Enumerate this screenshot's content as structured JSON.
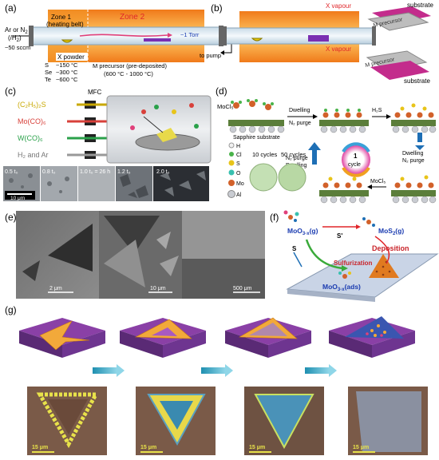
{
  "panels": {
    "a": "(a)",
    "b": "(b)",
    "c": "(c)",
    "d": "(d)",
    "e": "(e)",
    "f": "(f)",
    "g": "(g)"
  },
  "a": {
    "gas_line1": "Ar or N",
    "gas_sub1": "2",
    "gas_line2": "(/H",
    "gas_sub2": "2",
    "gas_line2_end": ")",
    "flow": "~50 sccm",
    "zone1_l1": "Zone 1",
    "zone1_l2": "(heating belt)",
    "zone2": "Zone 2",
    "pressure": "~1 Torr",
    "pump": "to pump",
    "powder": "X powder",
    "temps": [
      {
        "el": "S",
        "t": "~150 °C"
      },
      {
        "el": "Se",
        "t": "~300 °C"
      },
      {
        "el": "Te",
        "t": "~600 °C"
      }
    ],
    "precursor_l1": "M precursor (pre-deposited)",
    "precursor_l2": "(600 °C - 1000 °C)"
  },
  "b": {
    "x_vapour_1": "X vapour",
    "substrate_1": "substrate",
    "m_precursor_1": "M precursor",
    "x_vapour_2": "X vapour",
    "m_precursor_2": "M precursor",
    "substrate_2": "substrate"
  },
  "c": {
    "mfc": "MFC",
    "gases": [
      {
        "label": "(C₂H₅)₂S",
        "color": "#c9a800"
      },
      {
        "label": "Mo(CO)₆",
        "color": "#d8403a"
      },
      {
        "label": "W(CO)₆",
        "color": "#2aa14a"
      },
      {
        "label": "H₂ and Ar",
        "color": "#777777"
      }
    ],
    "images": [
      "0.5 t₀",
      "0.8 t₀",
      "1.0 t₀ = 26 h",
      "1.2 t₀",
      "2.0 t₀"
    ],
    "scale": "10 μm"
  },
  "d": {
    "mocl5_top": "MoCl₅",
    "dwelling": "Dwelling",
    "n2_purge": "N₂ purge",
    "sapphire": "Sapphire substrate",
    "h2s": "H₂S",
    "cycle_num": "1",
    "cycle": "cycle",
    "dwelling_r": "Dwelling",
    "n2_purge_r": "N₂ purge",
    "n2_purge_l": "N₂ purge",
    "dwelling_l": "Dwelling",
    "mocl5_bot": "MoCl₅",
    "legend": [
      {
        "label": "H",
        "color": "#f2f2f2"
      },
      {
        "label": "Cl",
        "color": "#49b34a"
      },
      {
        "label": "S",
        "color": "#e8c419"
      },
      {
        "label": "O",
        "color": "#38c0b0"
      },
      {
        "label": "Mo",
        "color": "#d2612a"
      },
      {
        "label": "Al",
        "color": "#c9ccd2"
      }
    ],
    "cycles_10": "10 cycles",
    "cycles_50": "50 cycles"
  },
  "e": {
    "scale1": "2 μm",
    "scale2": "10 μm",
    "scale3": "500 μm"
  },
  "f": {
    "moo3x_g": "MoO",
    "moo3x_g_sub": "3-x",
    "moo3x_g_end": "(g)",
    "s_prime": "S'",
    "mos2_g": "MoS",
    "mos2_g_sub": "2",
    "mos2_g_end": "(g)",
    "s": "S",
    "deposition": "Deposition",
    "sulfurization": "Sulfurization",
    "moo3x_ads": "MoO",
    "moo3x_ads_sub": "3-x",
    "moo3x_ads_end": "(ads)"
  },
  "g": {
    "scale": "15 μm"
  }
}
